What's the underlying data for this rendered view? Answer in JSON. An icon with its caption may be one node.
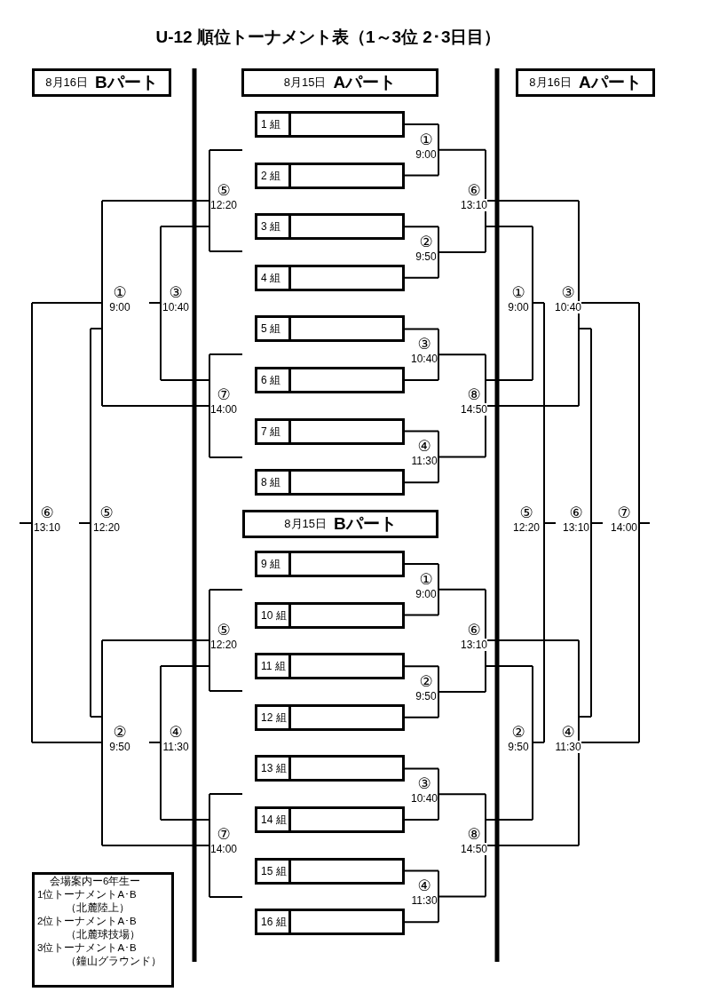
{
  "diagram": {
    "title": "U-12 順位トーナメント表（1～3位 2･3日目）",
    "nodes": [
      {
        "text": [
          "8月16日",
          "Bパート"
        ]
      },
      {
        "text": [
          "8月15日",
          "Aパート"
        ]
      },
      {
        "text": [
          "8月16日",
          "Aパート"
        ]
      },
      {
        "text": [
          "1 組"
        ]
      },
      {
        "text": [
          "2 組"
        ]
      },
      {
        "text": [
          "3 組"
        ]
      },
      {
        "text": [
          "4 組"
        ]
      },
      {
        "text": [
          "5 組"
        ]
      },
      {
        "text": [
          "6 組"
        ]
      },
      {
        "text": [
          "7 組"
        ]
      },
      {
        "text": [
          "8 組"
        ]
      },
      {
        "text": [
          "8月15日",
          "Bパート"
        ]
      },
      {
        "text": [
          "9 組"
        ]
      },
      {
        "text": [
          "10 組"
        ]
      },
      {
        "text": [
          "11 組"
        ]
      },
      {
        "text": [
          "12 組"
        ]
      },
      {
        "text": [
          "13 組"
        ]
      },
      {
        "text": [
          "14 組"
        ]
      },
      {
        "text": [
          "15 組"
        ]
      },
      {
        "text": [
          "16 組"
        ]
      },
      {
        "text": [
          "会場案内ー6年生ー",
          "1位トーナメントA･B",
          "（北麓陸上）",
          "2位トーナメントA･B",
          "（北麓球技場）",
          "3位トーナメントA･B",
          "（鐘山グラウンド）"
        ]
      }
    ],
    "labels": [
      "①",
      "9:00",
      "⑤",
      "12:20",
      "⑥",
      "13:10",
      "②",
      "9:50",
      "①",
      "9:00",
      "③",
      "10:40",
      "①",
      "9:00",
      "③",
      "10:40",
      "③",
      "10:40",
      "⑦",
      "14:00",
      "⑧",
      "14:50",
      "④",
      "11:30",
      "⑥",
      "13:10",
      "⑤",
      "12:20",
      "⑤",
      "12:20",
      "⑥",
      "13:10",
      "⑦",
      "14:00",
      "①",
      "9:00",
      "⑤",
      "12:20",
      "⑥",
      "13:10",
      "②",
      "9:50",
      "②",
      "9:50",
      "④",
      "11:30",
      "②",
      "9:50",
      "④",
      "11:30",
      "③",
      "10:40",
      "⑦",
      "14:00",
      "⑧",
      "14:50",
      "④",
      "11:30"
    ]
  }
}
